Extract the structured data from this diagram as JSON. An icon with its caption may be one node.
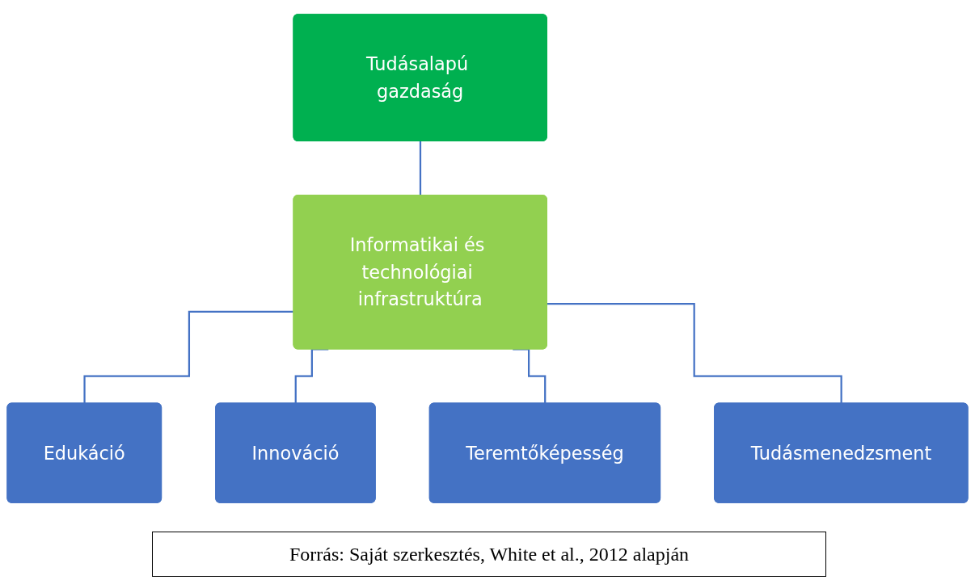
{
  "diagram": {
    "caption": "Forrás: Saját szerkesztés, White et al., 2012 alapján",
    "nodes": [
      {
        "text": [
          "Tudásalapú gazdaság"
        ]
      },
      {
        "text": [
          "Informatikai és technológiai infrastruktúra"
        ]
      },
      {
        "text": [
          "Edukáció"
        ]
      },
      {
        "text": [
          "Innováció"
        ]
      },
      {
        "text": [
          "Teremtőképesség"
        ]
      },
      {
        "text": [
          "Tudásmenedzsment"
        ]
      }
    ],
    "edges": [
      {
        "from": 0,
        "to": 1,
        "arrow": "none"
      },
      {
        "from": 1,
        "to": 2,
        "arrow": "none"
      },
      {
        "from": 1,
        "to": 3,
        "arrow": "none"
      },
      {
        "from": 1,
        "to": 4,
        "arrow": "none"
      },
      {
        "from": 1,
        "to": 5,
        "arrow": "none"
      }
    ]
  }
}
